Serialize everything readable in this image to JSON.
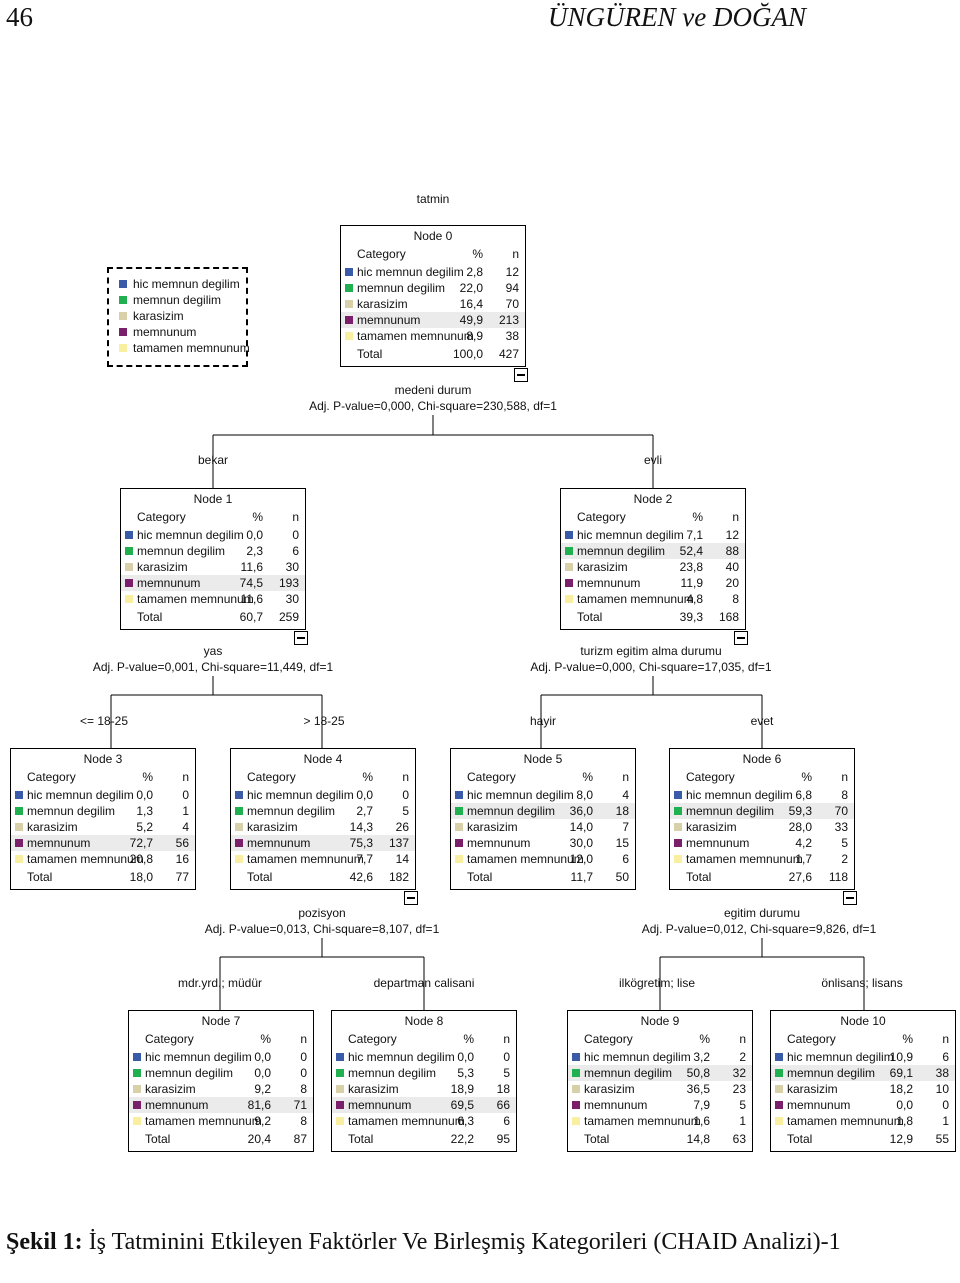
{
  "header": {
    "page_number": "46",
    "authors": "ÜNGÜREN ve DOĞAN"
  },
  "tree": {
    "title": "tatmin",
    "colors": {
      "hic memnun degilim": "#3a5ba8",
      "memnun degilim": "#20b050",
      "karasizim": "#d8d0a8",
      "memnunum": "#7a1f6a",
      "tamamen memnunum": "#f8f0a0"
    },
    "legend": [
      "hic memnun degilim",
      "memnun degilim",
      "karasizim",
      "memnunum",
      "tamamen memnunum"
    ],
    "col_category": "Category",
    "col_pct": "%",
    "col_n": "n",
    "nodes": [
      {
        "id": "Node 0",
        "rows": [
          [
            "hic memnun degilim",
            "2,8",
            "12"
          ],
          [
            "memnun degilim",
            "22,0",
            "94"
          ],
          [
            "karasizim",
            "16,4",
            "70"
          ],
          [
            "memnunum",
            "49,9",
            "213"
          ],
          [
            "tamamen memnunum",
            "8,9",
            "38"
          ]
        ],
        "highlight": 3,
        "total": [
          "Total",
          "100,0",
          "427"
        ]
      },
      {
        "id": "Node 1",
        "rows": [
          [
            "hic memnun degilim",
            "0,0",
            "0"
          ],
          [
            "memnun degilim",
            "2,3",
            "6"
          ],
          [
            "karasizim",
            "11,6",
            "30"
          ],
          [
            "memnunum",
            "74,5",
            "193"
          ],
          [
            "tamamen memnunum",
            "11,6",
            "30"
          ]
        ],
        "highlight": 3,
        "total": [
          "Total",
          "60,7",
          "259"
        ]
      },
      {
        "id": "Node 2",
        "rows": [
          [
            "hic memnun degilim",
            "7,1",
            "12"
          ],
          [
            "memnun degilim",
            "52,4",
            "88"
          ],
          [
            "karasizim",
            "23,8",
            "40"
          ],
          [
            "memnunum",
            "11,9",
            "20"
          ],
          [
            "tamamen memnunum",
            "4,8",
            "8"
          ]
        ],
        "highlight": 1,
        "total": [
          "Total",
          "39,3",
          "168"
        ]
      },
      {
        "id": "Node 3",
        "rows": [
          [
            "hic memnun degilim",
            "0,0",
            "0"
          ],
          [
            "memnun degilim",
            "1,3",
            "1"
          ],
          [
            "karasizim",
            "5,2",
            "4"
          ],
          [
            "memnunum",
            "72,7",
            "56"
          ],
          [
            "tamamen memnunum",
            "20,8",
            "16"
          ]
        ],
        "highlight": 3,
        "total": [
          "Total",
          "18,0",
          "77"
        ]
      },
      {
        "id": "Node 4",
        "rows": [
          [
            "hic memnun degilim",
            "0,0",
            "0"
          ],
          [
            "memnun degilim",
            "2,7",
            "5"
          ],
          [
            "karasizim",
            "14,3",
            "26"
          ],
          [
            "memnunum",
            "75,3",
            "137"
          ],
          [
            "tamamen memnunum",
            "7,7",
            "14"
          ]
        ],
        "highlight": 3,
        "total": [
          "Total",
          "42,6",
          "182"
        ]
      },
      {
        "id": "Node 5",
        "rows": [
          [
            "hic memnun degilim",
            "8,0",
            "4"
          ],
          [
            "memnun degilim",
            "36,0",
            "18"
          ],
          [
            "karasizim",
            "14,0",
            "7"
          ],
          [
            "memnunum",
            "30,0",
            "15"
          ],
          [
            "tamamen memnunum",
            "12,0",
            "6"
          ]
        ],
        "highlight": 1,
        "total": [
          "Total",
          "11,7",
          "50"
        ]
      },
      {
        "id": "Node 6",
        "rows": [
          [
            "hic memnun degilim",
            "6,8",
            "8"
          ],
          [
            "memnun degilim",
            "59,3",
            "70"
          ],
          [
            "karasizim",
            "28,0",
            "33"
          ],
          [
            "memnunum",
            "4,2",
            "5"
          ],
          [
            "tamamen memnunum",
            "1,7",
            "2"
          ]
        ],
        "highlight": 1,
        "total": [
          "Total",
          "27,6",
          "118"
        ]
      },
      {
        "id": "Node 7",
        "rows": [
          [
            "hic memnun degilim",
            "0,0",
            "0"
          ],
          [
            "memnun degilim",
            "0,0",
            "0"
          ],
          [
            "karasizim",
            "9,2",
            "8"
          ],
          [
            "memnunum",
            "81,6",
            "71"
          ],
          [
            "tamamen memnunum",
            "9,2",
            "8"
          ]
        ],
        "highlight": 3,
        "total": [
          "Total",
          "20,4",
          "87"
        ]
      },
      {
        "id": "Node 8",
        "rows": [
          [
            "hic memnun degilim",
            "0,0",
            "0"
          ],
          [
            "memnun degilim",
            "5,3",
            "5"
          ],
          [
            "karasizim",
            "18,9",
            "18"
          ],
          [
            "memnunum",
            "69,5",
            "66"
          ],
          [
            "tamamen memnunum",
            "6,3",
            "6"
          ]
        ],
        "highlight": 3,
        "total": [
          "Total",
          "22,2",
          "95"
        ]
      },
      {
        "id": "Node 9",
        "rows": [
          [
            "hic memnun degilim",
            "3,2",
            "2"
          ],
          [
            "memnun degilim",
            "50,8",
            "32"
          ],
          [
            "karasizim",
            "36,5",
            "23"
          ],
          [
            "memnunum",
            "7,9",
            "5"
          ],
          [
            "tamamen memnunum",
            "1,6",
            "1"
          ]
        ],
        "highlight": 1,
        "total": [
          "Total",
          "14,8",
          "63"
        ]
      },
      {
        "id": "Node 10",
        "rows": [
          [
            "hic memnun degilim",
            "10,9",
            "6"
          ],
          [
            "memnun degilim",
            "69,1",
            "38"
          ],
          [
            "karasizim",
            "18,2",
            "10"
          ],
          [
            "memnunum",
            "0,0",
            "0"
          ],
          [
            "tamamen memnunum",
            "1,8",
            "1"
          ]
        ],
        "highlight": 1,
        "total": [
          "Total",
          "12,9",
          "55"
        ]
      }
    ],
    "splits": [
      {
        "variable": "medeni durum",
        "stat": "Adj. P-value=0,000, Chi-square=230,588, df=1"
      },
      {
        "variable": "yas",
        "stat": "Adj. P-value=0,001, Chi-square=11,449, df=1"
      },
      {
        "variable": "turizm egitim alma durumu",
        "stat": "Adj. P-value=0,000, Chi-square=17,035, df=1"
      },
      {
        "variable": "pozisyon",
        "stat": "Adj. P-value=0,013, Chi-square=8,107, df=1"
      },
      {
        "variable": "egitim durumu",
        "stat": "Adj. P-value=0,012, Chi-square=9,826, df=1"
      }
    ],
    "branches": [
      "bekar",
      "evli",
      "<= 18-25",
      "> 18-25",
      "hayir",
      "evet",
      "mdr.yrd.; müdür",
      "departman calisani",
      "ilkögretim; lise",
      "önlisans; lisans"
    ]
  },
  "caption": {
    "label": "Şekil 1:",
    "text": "İş Tatminini Etkileyen Faktörler Ve Birleşmiş Kategorileri (CHAID Analizi)-1"
  }
}
